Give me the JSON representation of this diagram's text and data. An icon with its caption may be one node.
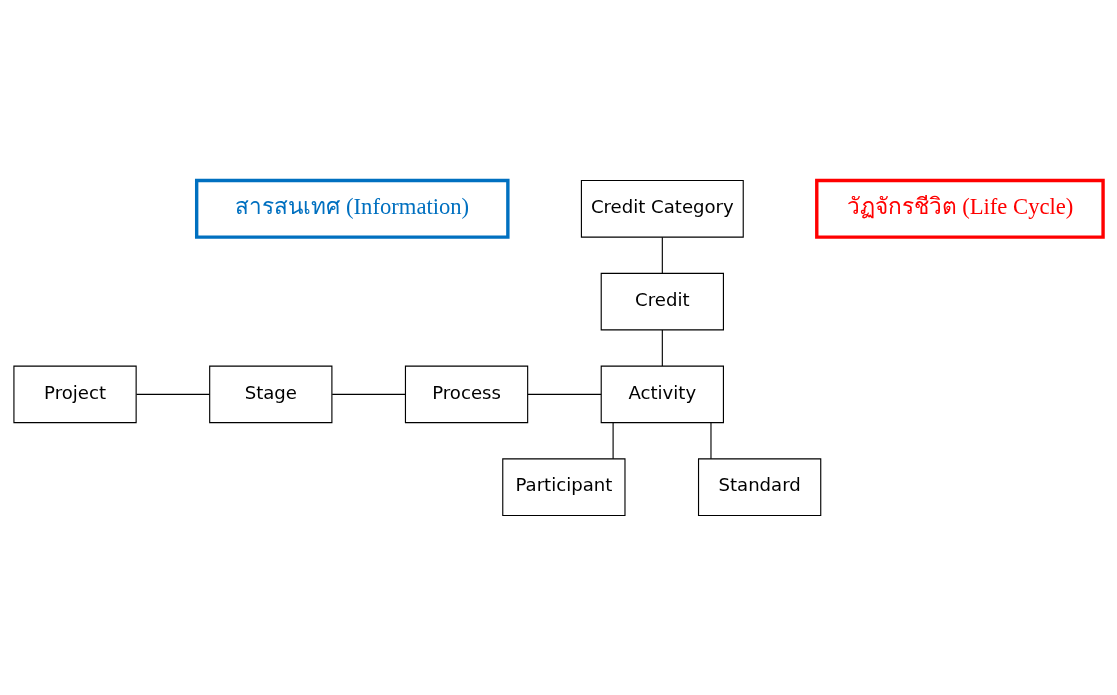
{
  "diagram": {
    "nodes": [
      {
        "text": [
          "สารสนเทศ (Information)"
        ]
      },
      {
        "text": [
          "Credit Category"
        ]
      },
      {
        "text": [
          "วัฏจักรชีวิต (Life Cycle)"
        ]
      },
      {
        "text": [
          "Credit"
        ]
      },
      {
        "text": [
          "Project"
        ]
      },
      {
        "text": [
          "Stage"
        ]
      },
      {
        "text": [
          "Process"
        ]
      },
      {
        "text": [
          "Activity"
        ]
      },
      {
        "text": [
          "Participant"
        ]
      },
      {
        "text": [
          "Standard"
        ]
      }
    ],
    "edges": [
      {
        "from": 1,
        "to": 3,
        "arrow": "none"
      },
      {
        "from": 3,
        "to": 7,
        "arrow": "none"
      },
      {
        "from": 4,
        "to": 5,
        "arrow": "none"
      },
      {
        "from": 5,
        "to": 6,
        "arrow": "none"
      },
      {
        "from": 6,
        "to": 7,
        "arrow": "none"
      },
      {
        "from": 7,
        "to": 8,
        "arrow": "none"
      },
      {
        "from": 7,
        "to": 9,
        "arrow": "none"
      }
    ]
  }
}
